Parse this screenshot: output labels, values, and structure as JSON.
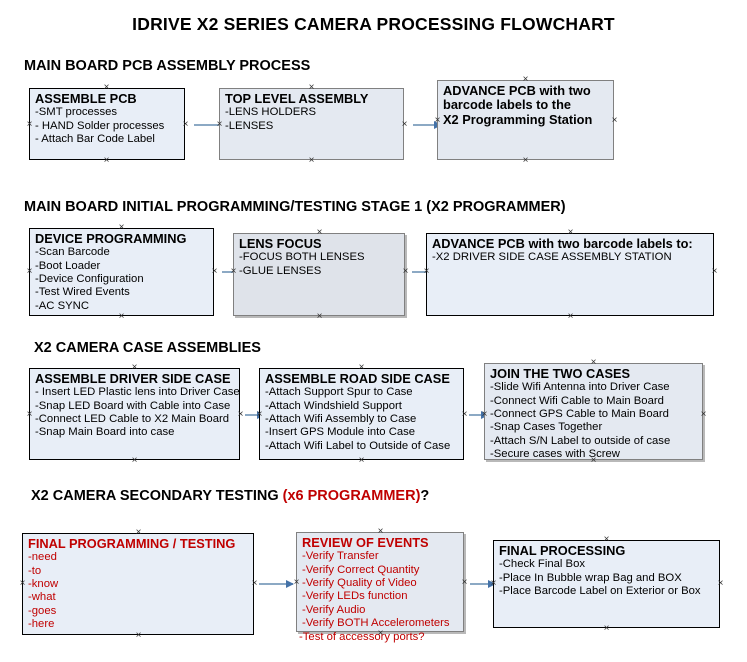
{
  "title": "IDRIVE X2  SERIES CAMERA PROCESSING FLOWCHART",
  "colors": {
    "box_fill": "#e8eef7",
    "box_fill_shaded": "#dfe3ea",
    "box_border": "#000000",
    "box_border_gray": "#808080",
    "text": "#000000",
    "accent_red": "#c00000",
    "connector_line": "#8ca9c4",
    "connector_arrow": "#4472a8"
  },
  "sections": [
    {
      "id": "main-board-pcb-assembly",
      "heading": "MAIN BOARD PCB ASSEMBLY PROCESS",
      "heading_suffix": "",
      "nodes": [
        {
          "id": "assemble-pcb",
          "title": "ASSEMBLE PCB",
          "lines": [
            "-SMT processes",
            "- HAND Solder processes",
            "- Attach Bar Code Label"
          ]
        },
        {
          "id": "top-level-assembly",
          "title": "TOP LEVEL ASSEMBLY",
          "lines": [
            "-LENS HOLDERS",
            "-LENSES"
          ]
        },
        {
          "id": "advance-pcb-to-x2-programming-station",
          "title": "ADVANCE PCB with two",
          "lines": [
            "barcode labels to the",
            " X2 Programming Station"
          ]
        }
      ]
    },
    {
      "id": "main-board-initial-programming",
      "heading": "MAIN BOARD INITIAL PROGRAMMING/TESTING STAGE 1 (X2 PROGRAMMER)",
      "heading_suffix": "",
      "nodes": [
        {
          "id": "device-programming",
          "title": "DEVICE PROGRAMMING",
          "lines": [
            "-Scan Barcode",
            "-Boot Loader",
            "-Device Configuration",
            "-Test Wired Events",
            "-AC SYNC"
          ]
        },
        {
          "id": "lens-focus",
          "title": "LENS FOCUS",
          "lines": [
            "-FOCUS BOTH LENSES",
            "-GLUE LENSES"
          ]
        },
        {
          "id": "advance-pcb-to-driver-side-case-station",
          "title": "ADVANCE PCB with two barcode labels to:",
          "lines": [
            "-X2 DRIVER  SIDE  CASE  ASSEMBLY STATION"
          ]
        }
      ]
    },
    {
      "id": "x2-camera-case-assemblies",
      "heading": "X2 CAMERA CASE ASSEMBLIES",
      "heading_suffix": "",
      "nodes": [
        {
          "id": "assemble-driver-side-case",
          "title": "ASSEMBLE DRIVER SIDE CASE",
          "lines": [
            "- Insert LED Plastic lens into Driver Case",
            "-Snap LED Board with Cable into Case",
            "-Connect LED Cable to X2 Main Board",
            "-Snap Main Board into case"
          ]
        },
        {
          "id": "assemble-road-side-case",
          "title": "ASSEMBLE ROAD SIDE CASE",
          "lines": [
            "-Attach Support Spur to Case",
            "-Attach Windshield Support",
            "-Attach Wifi Assembly to Case",
            "-Insert GPS Module into Case",
            "-Attach Wifi Label to Outside of Case"
          ]
        },
        {
          "id": "join-the-two-cases",
          "title": "JOIN THE TWO CASES",
          "lines": [
            "-Slide Wifi Antenna into Driver Case",
            "-Connect Wifi Cable to Main Board",
            "-Connect GPS Cable to Main Board",
            "-Snap Cases Together",
            "-Attach S/N Label to outside of case",
            "-Secure cases with Screw"
          ]
        }
      ]
    },
    {
      "id": "x2-camera-secondary-testing",
      "heading": "X2 CAMERA SECONDARY TESTING ",
      "heading_red": "(x6 PROGRAMMER)",
      "heading_suffix": "?",
      "nodes": [
        {
          "id": "final-programming-testing",
          "title": "FINAL PROGRAMMING / TESTING",
          "lines": [
            "-need",
            "-to",
            "-know",
            "-what",
            "-goes",
            "-here"
          ]
        },
        {
          "id": "review-of-events",
          "title": "REVIEW OF EVENTS",
          "lines": [
            "-Verify Transfer",
            "-Verify Correct Quantity",
            "-Verify Quality of Video",
            "-Verify LEDs function",
            "-Verify Audio",
            "-Verify BOTH Accelerometers"
          ],
          "overflow_line": "-Test of accessory ports?"
        },
        {
          "id": "final-processing",
          "title": "FINAL PROCESSING",
          "lines": [
            " -Check Final Box",
            "-Place In Bubble wrap Bag and BOX",
            "-Place Barcode Label on Exterior or Box"
          ]
        }
      ]
    }
  ]
}
